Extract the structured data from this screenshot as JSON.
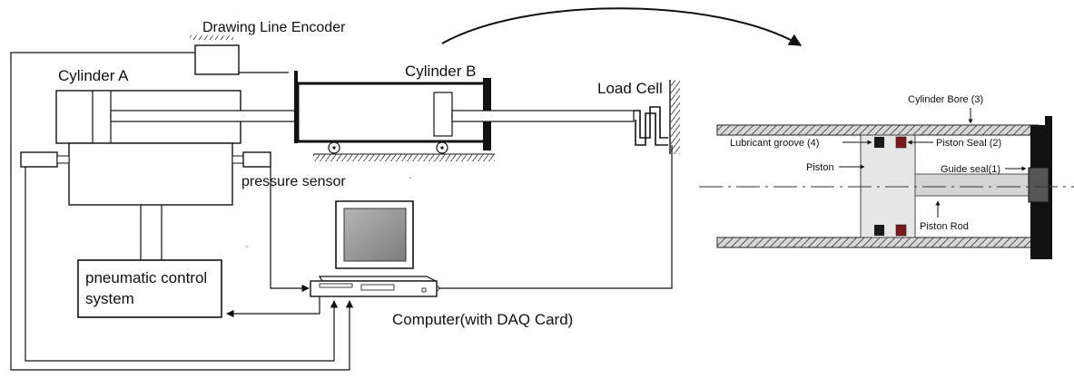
{
  "labels": {
    "drawing_line_encoder": "Drawing Line Encoder",
    "cylinder_a": "Cylinder A",
    "cylinder_b": "Cylinder B",
    "load_cell": "Load Cell",
    "pressure_sensor": "pressure sensor",
    "pneumatic_line1": "pneumatic control",
    "pneumatic_line2": "system",
    "computer": "Computer(with DAQ Card)"
  },
  "detail": {
    "cylinder_bore": "Cylinder Bore (3)",
    "lubricant_groove": "Lubricant groove (4)",
    "piston_seal": "Piston Seal (2)",
    "piston": "Piston",
    "guide_seal": "Guide seal(1)",
    "piston_rod": "Piston Rod"
  },
  "colors": {
    "line": "#111111",
    "hatch": "#8a8a8a",
    "seal_dark": "#1a1a1a",
    "seal_red": "#7a1a1a",
    "monitor_screen": "#9a9a9a"
  }
}
